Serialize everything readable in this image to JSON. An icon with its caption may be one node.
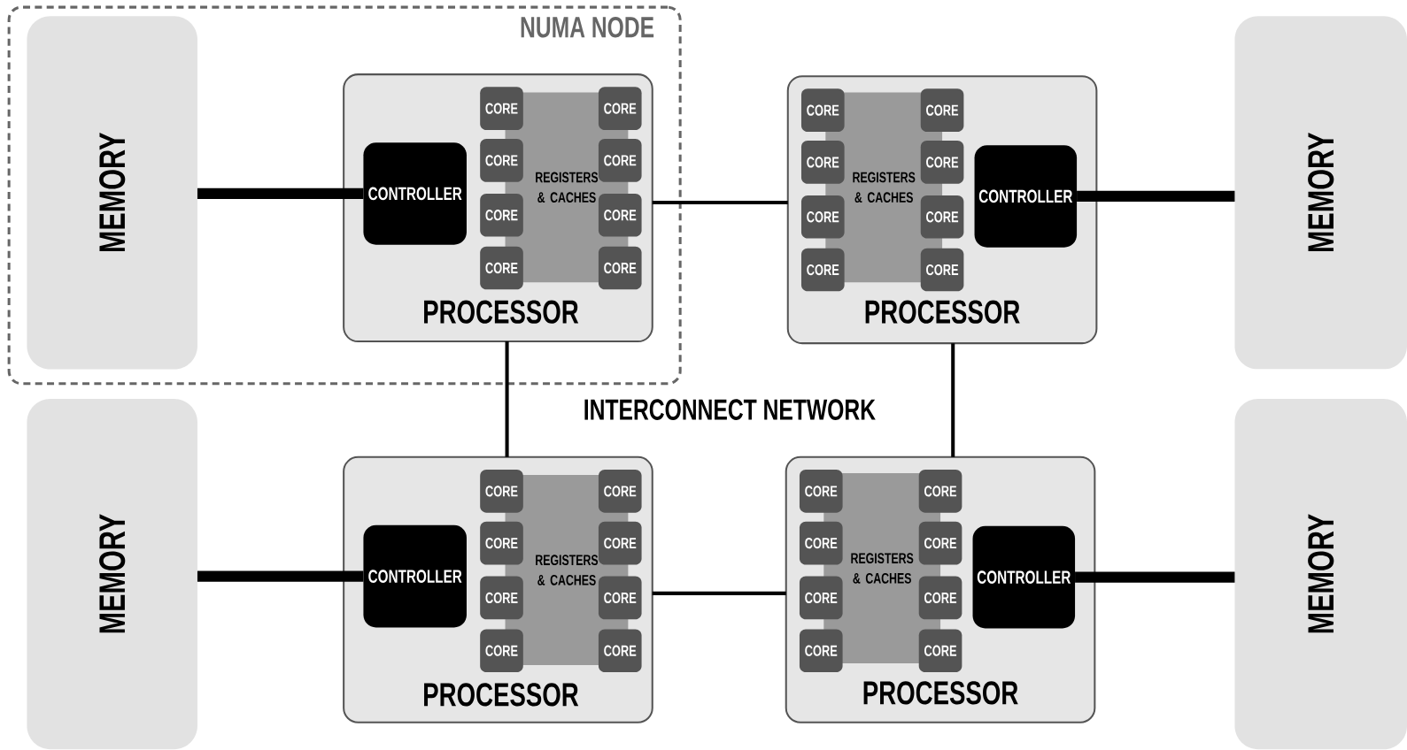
{
  "diagram": {
    "nodes": [
      {
        "text": [
          "NUMA NODE"
        ]
      },
      {
        "text": [
          "MEMORY"
        ],
        "in": 0
      },
      {
        "text": [
          "PROCESSOR"
        ],
        "in": 0
      },
      {
        "text": [
          "CONTROLLER"
        ],
        "in": 2
      },
      {
        "text": [
          "REGISTERS & CACHES"
        ],
        "in": 2
      },
      {
        "text": [
          "CORE"
        ],
        "in": 2
      },
      {
        "text": [
          "CORE"
        ],
        "in": 2
      },
      {
        "text": [
          "CORE"
        ],
        "in": 2
      },
      {
        "text": [
          "CORE"
        ],
        "in": 2
      },
      {
        "text": [
          "CORE"
        ],
        "in": 2
      },
      {
        "text": [
          "CORE"
        ],
        "in": 2
      },
      {
        "text": [
          "CORE"
        ],
        "in": 2
      },
      {
        "text": [
          "CORE"
        ],
        "in": 2
      },
      {
        "text": [
          "PROCESSOR"
        ]
      },
      {
        "text": [
          "CONTROLLER"
        ],
        "in": 13
      },
      {
        "text": [
          "REGISTERS & CACHES"
        ],
        "in": 13
      },
      {
        "text": [
          "CORE"
        ],
        "in": 13
      },
      {
        "text": [
          "CORE"
        ],
        "in": 13
      },
      {
        "text": [
          "CORE"
        ],
        "in": 13
      },
      {
        "text": [
          "CORE"
        ],
        "in": 13
      },
      {
        "text": [
          "CORE"
        ],
        "in": 13
      },
      {
        "text": [
          "CORE"
        ],
        "in": 13
      },
      {
        "text": [
          "CORE"
        ],
        "in": 13
      },
      {
        "text": [
          "CORE"
        ],
        "in": 13
      },
      {
        "text": [
          "MEMORY"
        ]
      },
      {
        "text": [
          "MEMORY"
        ]
      },
      {
        "text": [
          "PROCESSOR"
        ]
      },
      {
        "text": [
          "CONTROLLER"
        ],
        "in": 26
      },
      {
        "text": [
          "REGISTERS & CACHES"
        ],
        "in": 26
      },
      {
        "text": [
          "CORE"
        ],
        "in": 26
      },
      {
        "text": [
          "CORE"
        ],
        "in": 26
      },
      {
        "text": [
          "CORE"
        ],
        "in": 26
      },
      {
        "text": [
          "CORE"
        ],
        "in": 26
      },
      {
        "text": [
          "CORE"
        ],
        "in": 26
      },
      {
        "text": [
          "CORE"
        ],
        "in": 26
      },
      {
        "text": [
          "CORE"
        ],
        "in": 26
      },
      {
        "text": [
          "CORE"
        ],
        "in": 26
      },
      {
        "text": [
          "PROCESSOR"
        ]
      },
      {
        "text": [
          "CONTROLLER"
        ],
        "in": 37
      },
      {
        "text": [
          "REGISTERS & CACHES"
        ],
        "in": 37
      },
      {
        "text": [
          "CORE"
        ],
        "in": 37
      },
      {
        "text": [
          "CORE"
        ],
        "in": 37
      },
      {
        "text": [
          "CORE"
        ],
        "in": 37
      },
      {
        "text": [
          "CORE"
        ],
        "in": 37
      },
      {
        "text": [
          "CORE"
        ],
        "in": 37
      },
      {
        "text": [
          "CORE"
        ],
        "in": 37
      },
      {
        "text": [
          "CORE"
        ],
        "in": 37
      },
      {
        "text": [
          "CORE"
        ],
        "in": 37
      },
      {
        "text": [
          "MEMORY"
        ]
      }
    ],
    "edges": [
      {
        "from": 1,
        "to": 3,
        "arrow": "none",
        "style": "thick"
      },
      {
        "from": 14,
        "to": 24,
        "arrow": "none",
        "style": "thick"
      },
      {
        "from": 25,
        "to": 27,
        "arrow": "none",
        "style": "thick"
      },
      {
        "from": 38,
        "to": 48,
        "arrow": "none",
        "style": "thick"
      },
      {
        "from": 2,
        "to": 13,
        "arrow": "none"
      },
      {
        "from": 2,
        "to": 26,
        "arrow": "none"
      },
      {
        "from": 13,
        "to": 37,
        "arrow": "none"
      },
      {
        "from": 26,
        "to": 37,
        "arrow": "none"
      }
    ],
    "labels": [
      "INTERCONNECT NETWORK"
    ]
  }
}
